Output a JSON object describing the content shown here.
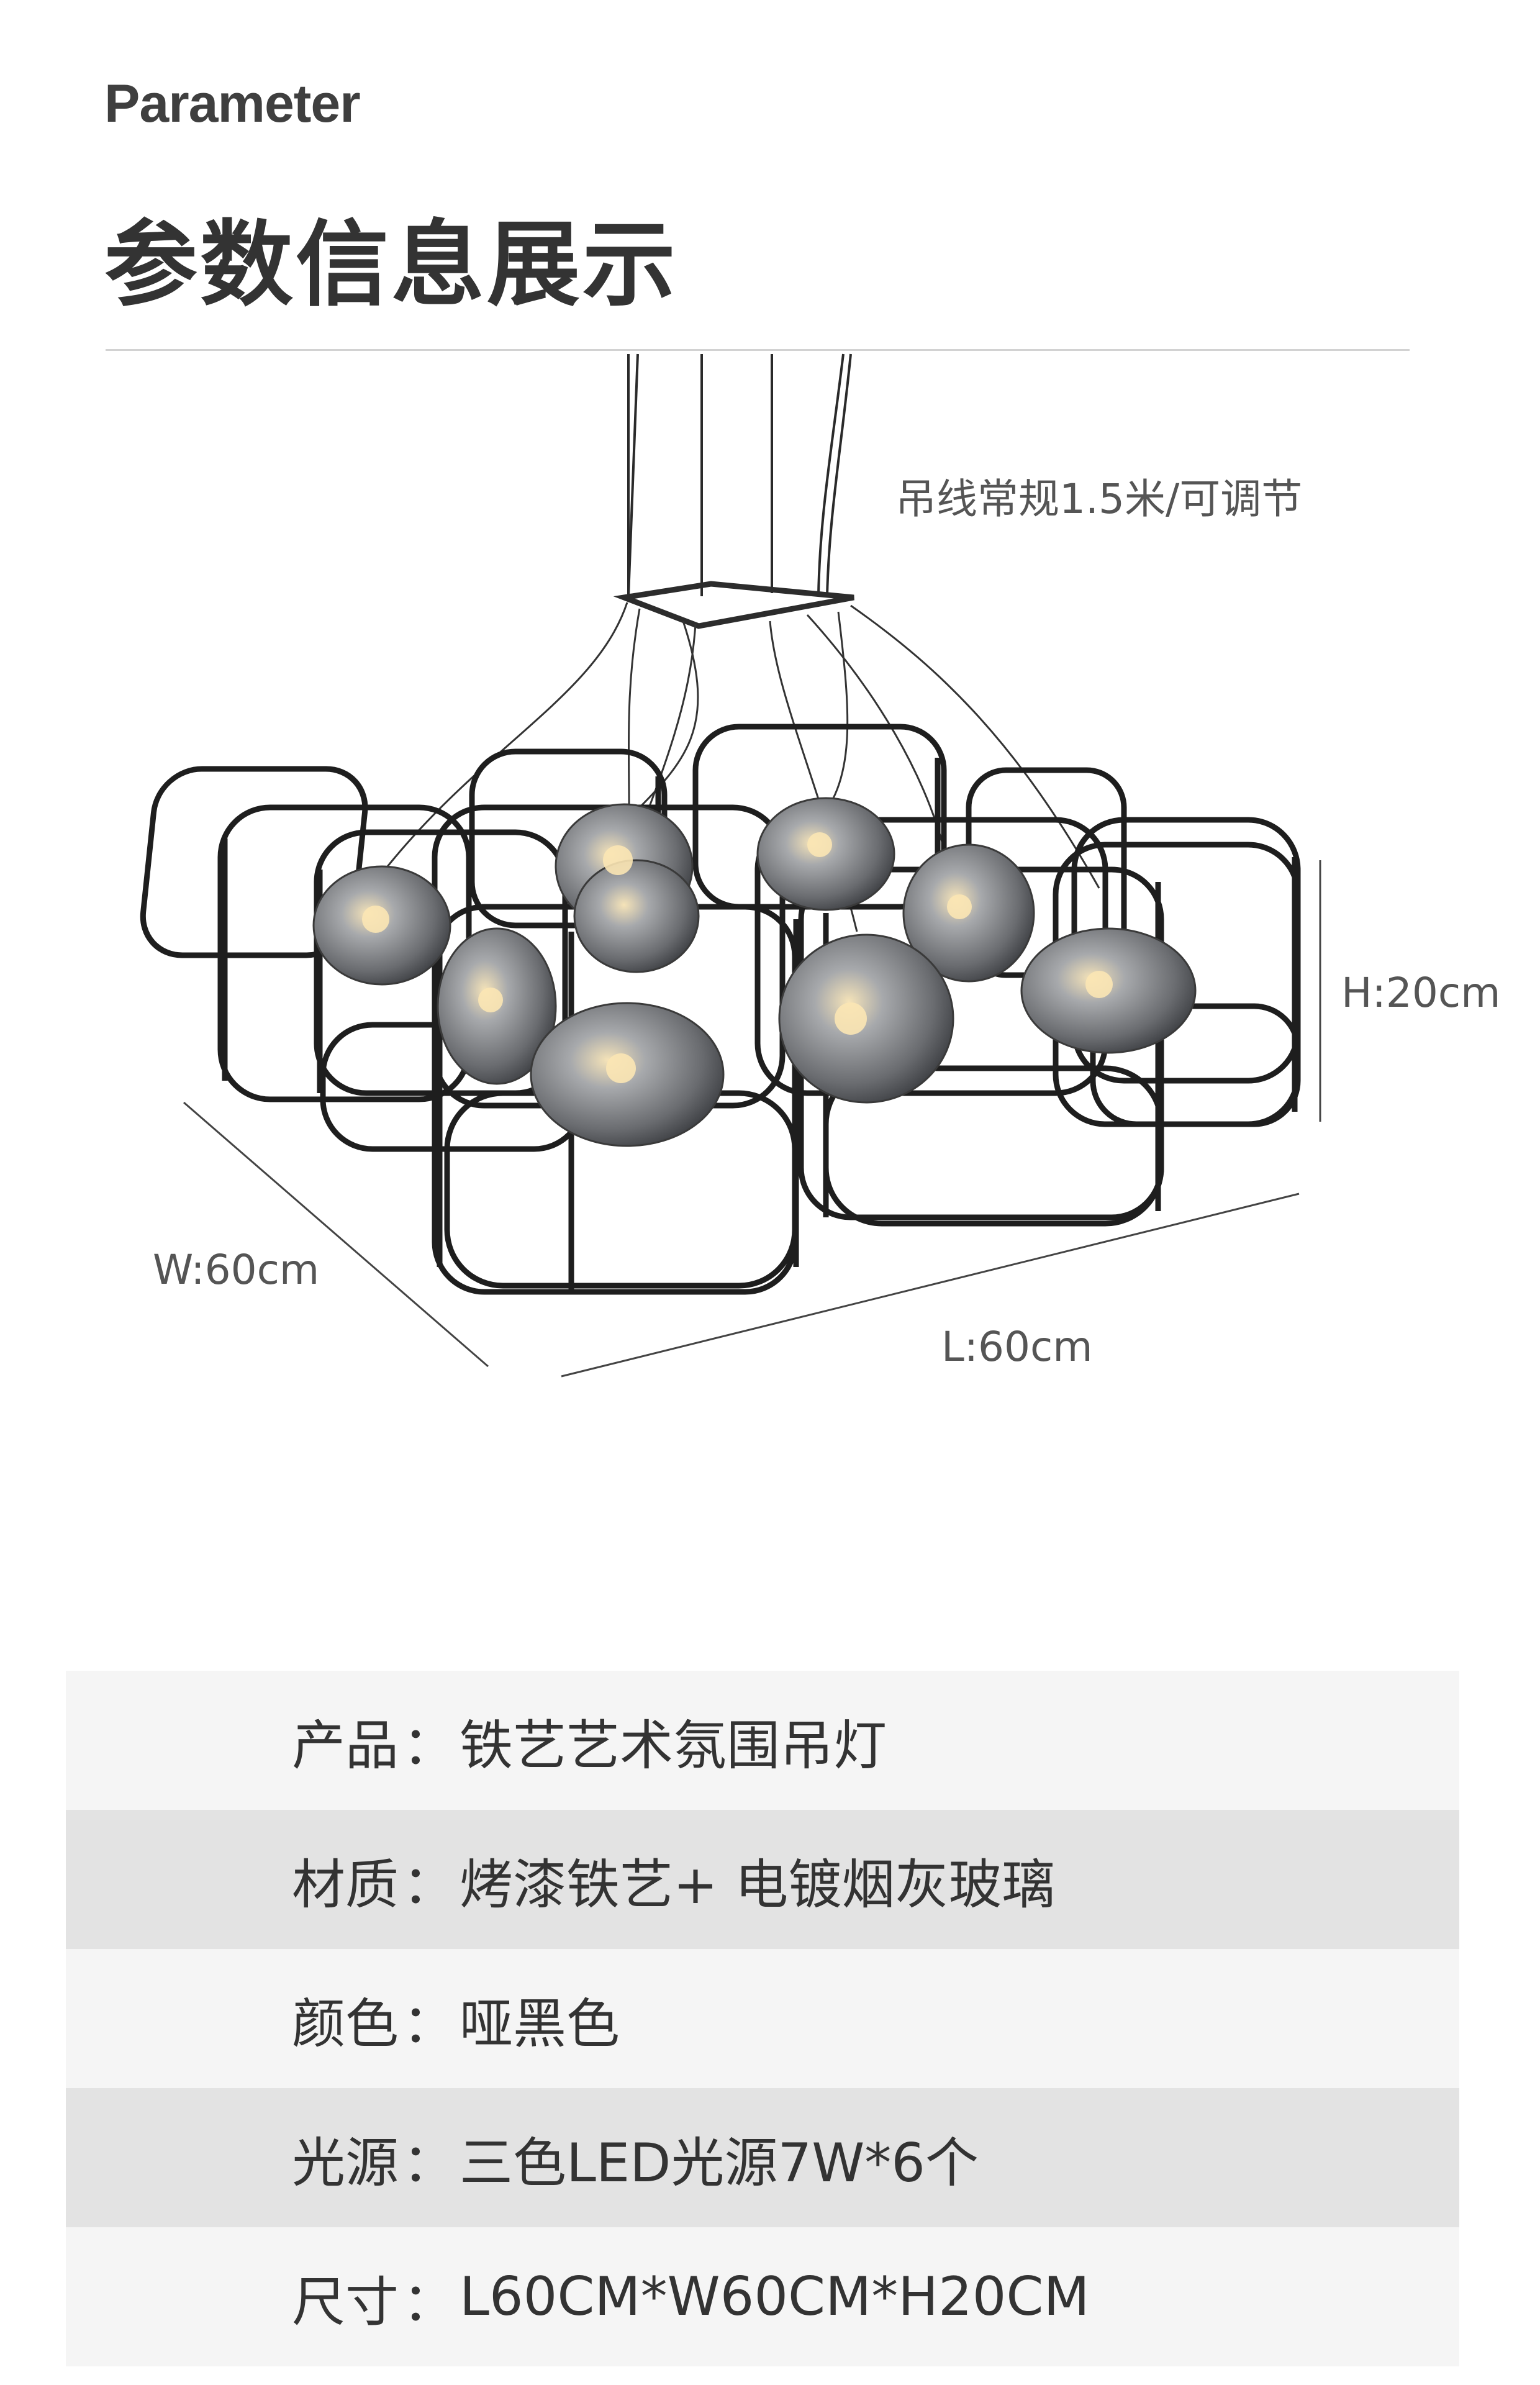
{
  "header": {
    "subtitle": "Parameter",
    "title": "参数信息展示"
  },
  "diagram": {
    "cable_note": "吊线常规1.5米/可调节",
    "height_label": "H:20cm",
    "width_label": "W:60cm",
    "length_label": "L:60cm"
  },
  "specs": [
    {
      "label": "产品",
      "value": "铁艺艺术氛围吊灯"
    },
    {
      "label": "材质",
      "value": "烤漆铁艺+ 电镀烟灰玻璃"
    },
    {
      "label": "颜色",
      "value": "哑黑色"
    },
    {
      "label": "光源",
      "value": "三色LED光源7W*6个"
    },
    {
      "label": "尺寸",
      "value": "L60CM*W60CM*H20CM"
    }
  ],
  "colors": {
    "frame": "#1e1e1e",
    "glass": "#7b7d80",
    "row_light": "#f5f5f5",
    "row_dark": "#e3e3e3"
  }
}
